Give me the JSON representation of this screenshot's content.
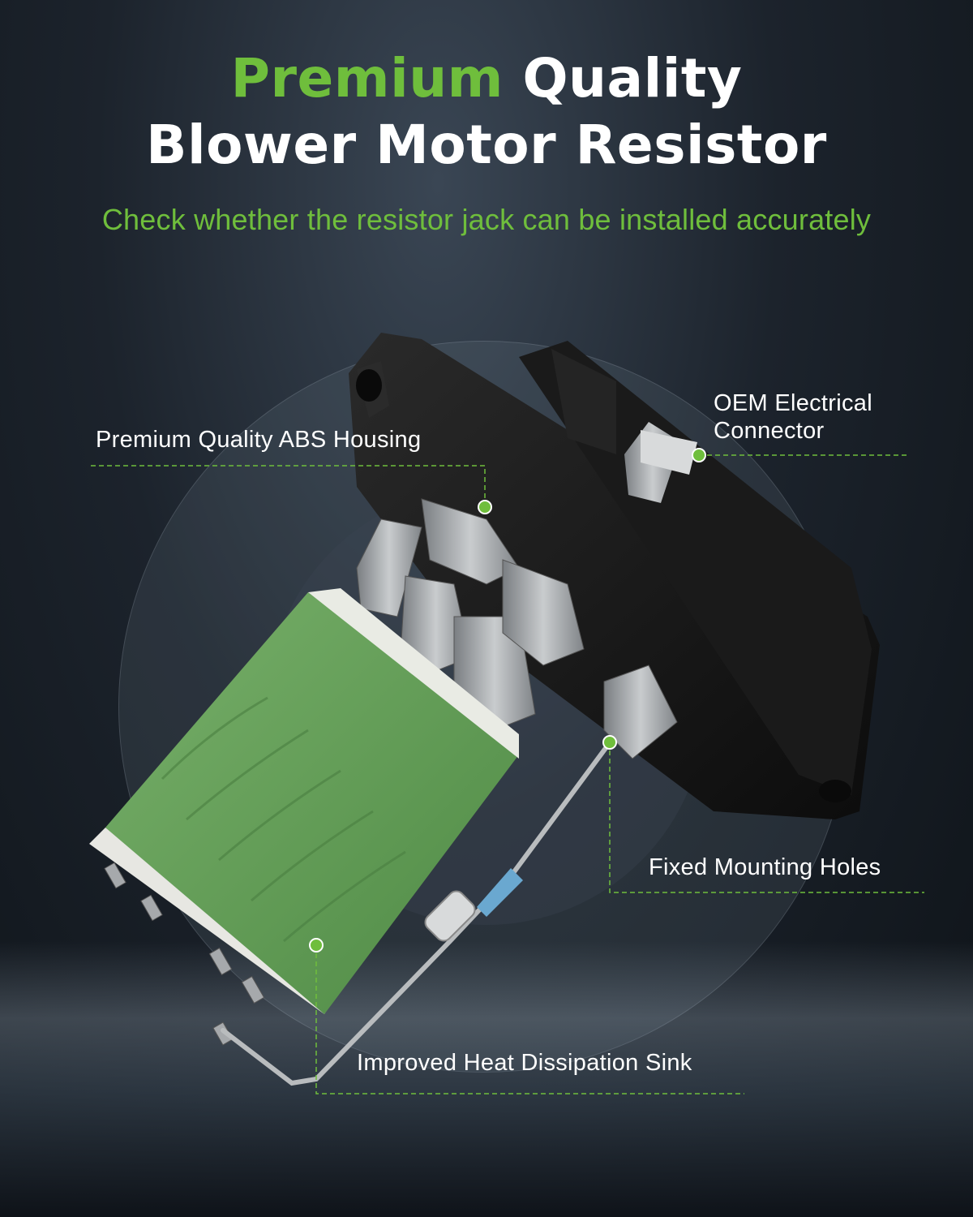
{
  "headline": {
    "line1_highlight": "Premium",
    "line1_rest": "Quality",
    "line2": "Blower Motor Resistor"
  },
  "subtitle": "Check whether the resistor jack can be installed accurately",
  "callouts": {
    "abs_housing": "Premium Quality ABS Housing",
    "oem_connector": "OEM Electrical Connector",
    "mounting_holes": "Fixed Mounting Holes",
    "heat_sink": "Improved Heat Dissipation Sink"
  },
  "colors": {
    "accent_green": "#6fbe3c",
    "text_white": "#ffffff",
    "background": "#1c232c",
    "resistor_green": "#5f9a52",
    "housing_black": "#141414"
  }
}
